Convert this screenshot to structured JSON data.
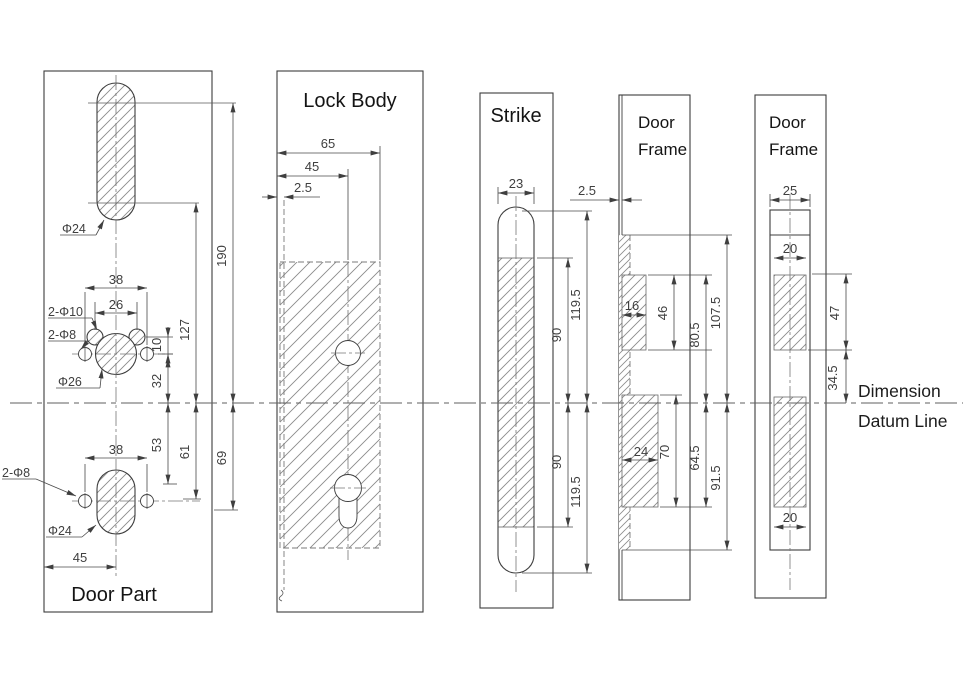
{
  "datum": {
    "line1": "Dimension",
    "line2": "Datum Line"
  },
  "panels": {
    "door_part": {
      "title": "Door Part",
      "labels": {
        "top_slot": "Φ24",
        "pair_phi10": "2-Φ10",
        "pair_phi8_upper": "2-Φ8",
        "center_hole": "Φ26",
        "pair_phi8_lower": "2-Φ8",
        "bottom_slot": "Φ24"
      },
      "dims": {
        "d38_upper": "38",
        "d26": "26",
        "d10": "10",
        "d32": "32",
        "d127": "127",
        "d190": "190",
        "d38_lower": "38",
        "d53": "53",
        "d61": "61",
        "d69": "69",
        "d45": "45"
      }
    },
    "lock_body": {
      "title": "Lock Body",
      "dims": {
        "d65": "65",
        "d45": "45",
        "d2_5": "2.5"
      }
    },
    "strike": {
      "title": "Strike",
      "dims": {
        "d23": "23",
        "d90_upper": "90",
        "d119_5_upper": "119.5",
        "d90_lower": "90",
        "d119_5_lower": "119.5"
      }
    },
    "door_frame_1": {
      "title_line1": "Door",
      "title_line2": "Frame",
      "dims": {
        "d2_5": "2.5",
        "d16": "16",
        "d46": "46",
        "d80_5": "80.5",
        "d107_5": "107.5",
        "d24": "24",
        "d70": "70",
        "d64_5": "64.5",
        "d91_5": "91.5"
      }
    },
    "door_frame_2": {
      "title_line1": "Door",
      "title_line2": "Frame",
      "dims": {
        "d25": "25",
        "d20_upper": "20",
        "d47": "47",
        "d34_5": "34.5",
        "d20_lower": "20"
      }
    }
  }
}
